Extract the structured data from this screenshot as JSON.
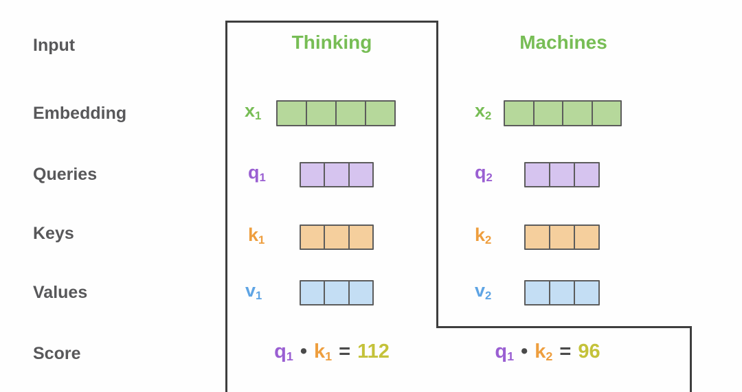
{
  "row_labels": [
    "Input",
    "Embedding",
    "Queries",
    "Keys",
    "Values",
    "Score"
  ],
  "columns": [
    {
      "header": "Thinking",
      "embedding": {
        "label": "x",
        "sub": "1",
        "cells": 4
      },
      "query": {
        "label": "q",
        "sub": "1",
        "cells": 3
      },
      "key": {
        "label": "k",
        "sub": "1",
        "cells": 3
      },
      "value": {
        "label": "v",
        "sub": "1",
        "cells": 3
      },
      "score": {
        "q_label": "q",
        "q_sub": "1",
        "dot": "•",
        "k_label": "k",
        "k_sub": "1",
        "equals": "=",
        "result": "112"
      }
    },
    {
      "header": "Machines",
      "embedding": {
        "label": "x",
        "sub": "2",
        "cells": 4
      },
      "query": {
        "label": "q",
        "sub": "2",
        "cells": 3
      },
      "key": {
        "label": "k",
        "sub": "2",
        "cells": 3
      },
      "value": {
        "label": "v",
        "sub": "2",
        "cells": 3
      },
      "score": {
        "q_label": "q",
        "q_sub": "1",
        "dot": "•",
        "k_label": "k",
        "k_sub": "2",
        "equals": "=",
        "result": "96"
      }
    }
  ],
  "colors": {
    "header_green": "#77bd55",
    "embedding_fill": "#b6d89b",
    "query_text": "#9a5fd2",
    "query_fill": "#d6c4ef",
    "key_text": "#ee9e3e",
    "key_fill": "#f5cf9d",
    "value_text": "#5ea4e4",
    "value_fill": "#c4def4",
    "score_result": "#c4c23a",
    "row_label_gray": "#58585a",
    "outline": "#3e3e3e"
  }
}
